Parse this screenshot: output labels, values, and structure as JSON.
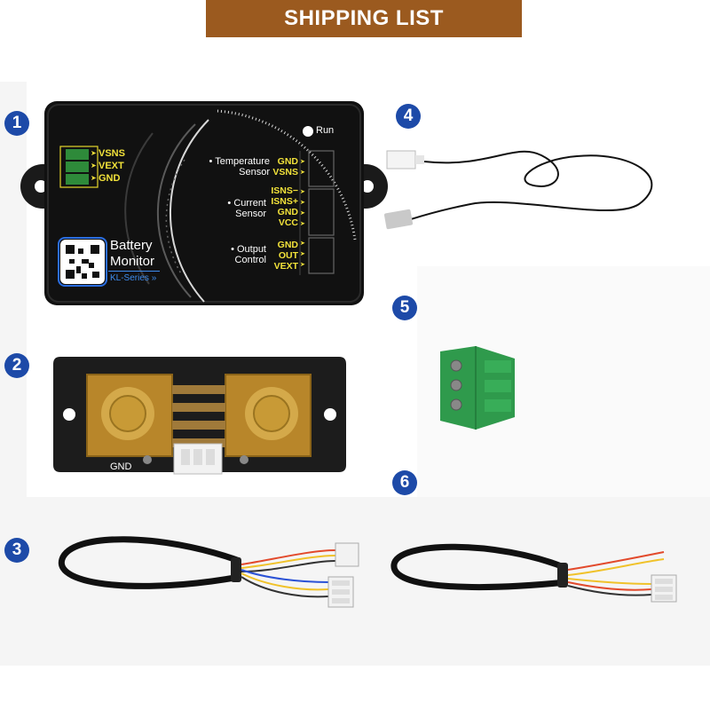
{
  "header": {
    "title": "SHIPPING LIST"
  },
  "items": [
    {
      "number": "1"
    },
    {
      "number": "2"
    },
    {
      "number": "3"
    },
    {
      "number": "4"
    },
    {
      "number": "5"
    },
    {
      "number": "6"
    }
  ],
  "monitor": {
    "name_line1": "Battery",
    "name_line2": "Monitor",
    "series": "KL-Series",
    "series_arrows": "»",
    "run_label": "Run",
    "left_pins": [
      "VSNS",
      "VEXT",
      "GND"
    ],
    "temp_group": {
      "line1": "• Temperature",
      "line2": "Sensor",
      "pins": [
        "GND",
        "VSNS"
      ]
    },
    "current_group": {
      "line1": "• Current",
      "line2": "Sensor",
      "pins": [
        "ISNS−",
        "ISNS+",
        "GND",
        "VCC"
      ]
    },
    "output_group": {
      "line1": "• Output",
      "line2": "Control",
      "pins": [
        "GND",
        "OUT",
        "VEXT"
      ]
    },
    "pin_arrow": "➤"
  },
  "shunt": {
    "gnd_label": "GND"
  },
  "colors": {
    "banner": "#9b5a1f",
    "number_badge": "#1d4aa8",
    "pin_label": "#f2e23a",
    "device_body": "#111111",
    "terminal_green": "#2f9a4c",
    "brass": "#b8862a"
  }
}
